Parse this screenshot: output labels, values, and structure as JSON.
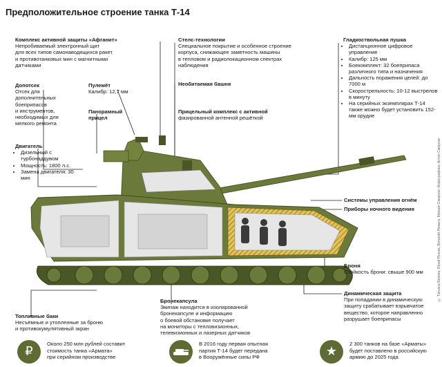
{
  "title": "Предположительное строение танка Т-14",
  "labels": {
    "afganit": {
      "h": "Комплекс активной защиты «Афганит»",
      "b": [
        "Непробиваемый электронный щит",
        "для всех типов самонаводящихся ракет",
        "и противотанковых мин с магнитными",
        "датчиками"
      ]
    },
    "dopotsek": {
      "h": "Допотсек",
      "b": [
        "Отсек для",
        "дополнительных",
        "боеприпасов",
        "и инструментов,",
        "необходимых для",
        "мелкого ремонта"
      ]
    },
    "engine": {
      "h": "Двигатель",
      "items": [
        "Дизельный с турбонаддувом",
        "Мощность: 1800 л.с.",
        "Замена двигателя: 30 мин"
      ]
    },
    "mg": {
      "h": "Пулемёт",
      "b": [
        "Калибр: 12,7 мм"
      ]
    },
    "sight": {
      "h": "Панорамный прицел",
      "b": []
    },
    "stealth": {
      "h": "Стелс-технологии",
      "b": [
        "Специальное покрытие и особенное строение",
        "корпуса, снижающее заметность машины",
        "в тепловом и радиолокационном спектрах",
        "наблюдения"
      ]
    },
    "turret": {
      "h": "Необитаемая башня",
      "b": []
    },
    "aim": {
      "h": "Прицельный комплекс с активной",
      "b": [
        "фазированной антенной решёткой"
      ]
    },
    "gun": {
      "h": "Гладкоствольная пушка",
      "items": [
        "Дистанционное цифровое управление",
        "Калибр: 125 мм",
        "Боекомплект: 32 боеприпаса различного типа и назначения",
        "Дальность поражения целей: до 7000 м",
        "Скорострельность: 10-12 выстрелов в минуту",
        "На серийных экземплярах Т-14 также можно будет установить 152-мм орудие"
      ]
    },
    "fcs": {
      "h": "Системы управления огнём",
      "b": []
    },
    "night": {
      "h": "Приборы ночного видения",
      "b": []
    },
    "armor": {
      "h": "Броня",
      "b": [
        "Стойкость брони: свыше 900 мм"
      ]
    },
    "capsule": {
      "h": "Бронекапсула",
      "b": [
        "Экипаж находится в изолированной",
        "бронекапсуле и информацию",
        "о боевой обстановке получает",
        "на мониторы с тепловизионных,",
        "телевизионных и лазерных датчиков"
      ]
    },
    "dyn": {
      "h": "Динамическая защита",
      "b": [
        "При попадании в динамическую",
        "защиту срабатывает взрывчатое",
        "вещество, которое направленно",
        "разрушает боеприпасы"
      ]
    },
    "fuel": {
      "h": "Топливные баки",
      "b": [
        "Несъёмные и утопленные за броню",
        "и противокумулятивный экран"
      ]
    }
  },
  "footer": [
    {
      "icon": "₽",
      "icon_name": "ruble-icon",
      "lines": [
        "Около 250 млн рублей составит",
        "стоимость танка «Армата»",
        "при серийном производстве"
      ],
      "bold": "250 млн"
    },
    {
      "icon": "tank",
      "icon_name": "tank-icon",
      "lines": [
        "В 2016 году первая опытная",
        "партия Т-14 будет передана",
        "в Вооружённые силы РФ"
      ],
      "bold": "2016"
    },
    {
      "icon": "★",
      "icon_name": "star-icon",
      "lines": [
        "2 300 танков на базе «Арматы»",
        "будет поставлено в российскую",
        "армию до 2025 года"
      ],
      "bold": "2 300"
    }
  ],
  "side_credit": "© Татьяна Белова, Юрий Резник, Виталий Ремыга, Михаил Смирнов. Инфографика: Антон Смирнов",
  "colors": {
    "hull": "#6b7a3a",
    "hull_dark": "#4a5626",
    "armor_hatch": "#d9b84a",
    "interior": "#e6e6e6",
    "badge": "#5e6b34"
  }
}
